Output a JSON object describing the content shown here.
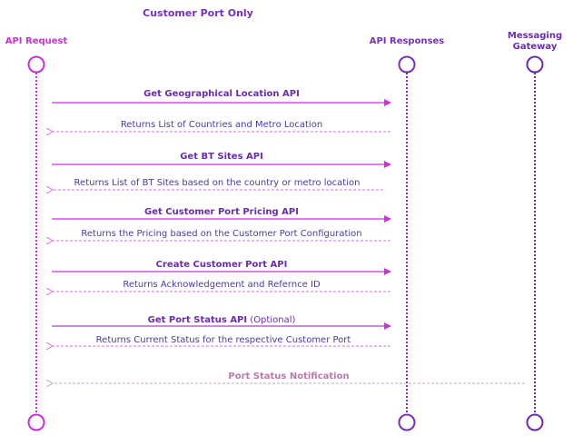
{
  "title": "Customer Port Only",
  "actors": [
    {
      "id": "api-request",
      "label_lines": [
        "API Request"
      ],
      "color": "#c930d6"
    },
    {
      "id": "api-responses",
      "label_lines": [
        "API Responses"
      ],
      "color": "#7a2fb8"
    },
    {
      "id": "messaging-gateway",
      "label_lines": [
        "Messaging",
        "Gateway"
      ],
      "color": "#6a2ca8"
    }
  ],
  "messages": [
    {
      "id": "get-geo-location",
      "from": 0,
      "to": 1,
      "style": "solid",
      "bold": true,
      "text": "Get Geographical Location API",
      "extra": "",
      "color": "#c930d6",
      "text_color": "#6a2ca8"
    },
    {
      "id": "returns-countries",
      "from": 1,
      "to": 0,
      "style": "dashed",
      "bold": false,
      "text": "Returns List of Countries and Metro Location",
      "extra": "",
      "color": "#d070de",
      "text_color": "#4a3a9a"
    },
    {
      "id": "get-bt-sites",
      "from": 0,
      "to": 1,
      "style": "solid",
      "bold": true,
      "text": "Get BT Sites API",
      "extra": "",
      "color": "#c930d6",
      "text_color": "#6a2ca8"
    },
    {
      "id": "returns-bt-sites",
      "from": 1,
      "to": 0,
      "style": "dashed",
      "bold": false,
      "text": "Returns List of BT Sites based on the country or metro location",
      "extra": "",
      "color": "#d070de",
      "text_color": "#4a3a9a"
    },
    {
      "id": "get-port-pricing",
      "from": 0,
      "to": 1,
      "style": "solid",
      "bold": true,
      "text": "Get Customer Port Pricing API",
      "extra": "",
      "color": "#c930d6",
      "text_color": "#6a2ca8"
    },
    {
      "id": "returns-pricing",
      "from": 1,
      "to": 0,
      "style": "dashed",
      "bold": false,
      "text": "Returns the Pricing based on the Customer Port Configuration",
      "extra": "",
      "color": "#d070de",
      "text_color": "#4a3a9a"
    },
    {
      "id": "create-customer-port",
      "from": 0,
      "to": 1,
      "style": "solid",
      "bold": true,
      "text": "Create Customer Port API",
      "extra": "",
      "color": "#c930d6",
      "text_color": "#6a2ca8"
    },
    {
      "id": "returns-ack",
      "from": 1,
      "to": 0,
      "style": "dashed",
      "bold": false,
      "text": "Returns Acknowledgement and Refernce ID",
      "extra": "",
      "color": "#d070de",
      "text_color": "#4a3a9a"
    },
    {
      "id": "get-port-status",
      "from": 0,
      "to": 1,
      "style": "solid",
      "bold": true,
      "text": "Get Port Status API",
      "extra": " (Optional)",
      "color": "#c930d6",
      "text_color": "#6a2ca8"
    },
    {
      "id": "returns-current-status",
      "from": 1,
      "to": 0,
      "style": "dashed",
      "bold": false,
      "text": "Returns Current Status for the respective Customer Port",
      "extra": "",
      "color": "#d070de",
      "text_color": "#4a3a9a"
    },
    {
      "id": "port-status-notification",
      "from": 2,
      "to": 0,
      "style": "dashed",
      "bold": true,
      "text": "Port Status Notification",
      "extra": "",
      "color": "#c9a0c8",
      "text_color": "#b87aa8"
    }
  ],
  "colors": {
    "title": "#7a2fb8",
    "lifeline_left": "#c930d6",
    "lifeline_mid": "#7a2fb8",
    "lifeline_right": "#6a2ca8"
  }
}
